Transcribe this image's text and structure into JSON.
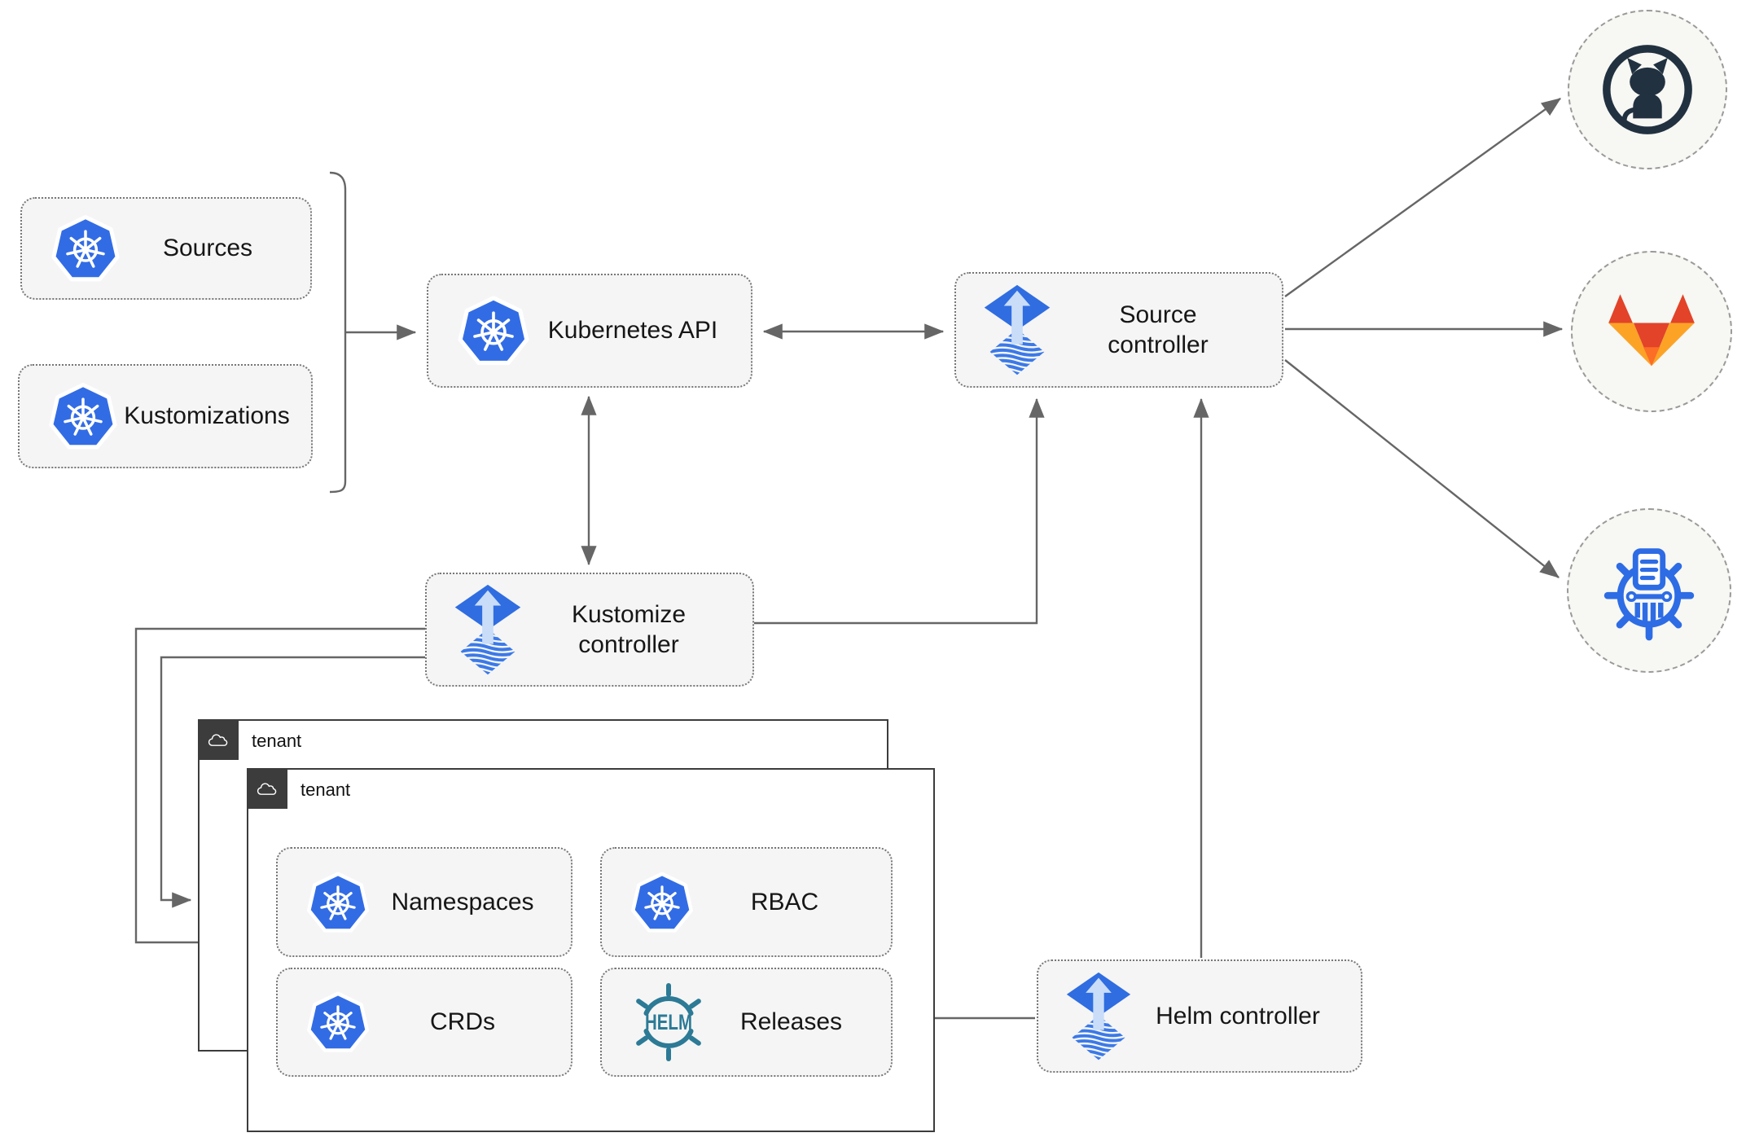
{
  "diagram": {
    "nodes": {
      "sources": {
        "label": "Sources"
      },
      "kustomizations": {
        "label": "Kustomizations"
      },
      "kubernetes_api": {
        "label": "Kubernetes API"
      },
      "source_controller": {
        "label": "Source controller"
      },
      "kustomize_controller": {
        "label": "Kustomize controller"
      },
      "helm_controller": {
        "label": "Helm controller"
      },
      "tenant_outer": {
        "label": "tenant"
      },
      "tenant_inner": {
        "label": "tenant"
      },
      "namespaces": {
        "label": "Namespaces"
      },
      "rbac": {
        "label": "RBAC"
      },
      "crds": {
        "label": "CRDs"
      },
      "releases": {
        "label": "Releases"
      }
    },
    "icons": {
      "kubernetes": {
        "name": "kubernetes-icon",
        "color": "#326ce5"
      },
      "flux": {
        "name": "flux-icon",
        "color": "#2f6de1"
      },
      "helm": {
        "name": "helm-icon",
        "color": "#2c7a96",
        "text": "HELM"
      },
      "github": {
        "name": "github-icon",
        "color": "#213140"
      },
      "gitlab": {
        "name": "gitlab-icon",
        "colors": [
          "#e24329",
          "#fc6d26",
          "#fca326"
        ]
      },
      "chart_repository": {
        "name": "chart-repository-icon",
        "color": "#2d6ce5"
      },
      "cloud": {
        "name": "cloud-icon",
        "color": "#ffffff"
      }
    },
    "edges": [
      {
        "from": "sources_and_kustomizations",
        "to": "kubernetes_api",
        "type": "arrow"
      },
      {
        "from": "kubernetes_api",
        "to": "source_controller",
        "type": "double-arrow"
      },
      {
        "from": "kubernetes_api",
        "to": "kustomize_controller",
        "type": "double-arrow"
      },
      {
        "from": "kustomize_controller",
        "to": "source_controller",
        "type": "arrow"
      },
      {
        "from": "helm_controller",
        "to": "source_controller",
        "type": "arrow"
      },
      {
        "from": "helm_controller",
        "to": "releases",
        "type": "arrow"
      },
      {
        "from": "kustomize_controller",
        "to": "tenant_inner",
        "type": "arrow"
      },
      {
        "from": "kustomize_controller",
        "to": "tenant_outer",
        "type": "arrow"
      },
      {
        "from": "source_controller",
        "to": "github",
        "type": "arrow"
      },
      {
        "from": "source_controller",
        "to": "gitlab",
        "type": "arrow"
      },
      {
        "from": "source_controller",
        "to": "chart_repository",
        "type": "arrow"
      }
    ],
    "colors": {
      "node_fill": "#f5f5f5",
      "node_border": "#777777",
      "connector": "#666666",
      "tenant_border": "#3c3c3c",
      "tenant_header_bg": "#3c3c3c",
      "circle_fill": "#f7f7f3",
      "circle_border": "#9a9a9a",
      "text": "#161616"
    }
  }
}
